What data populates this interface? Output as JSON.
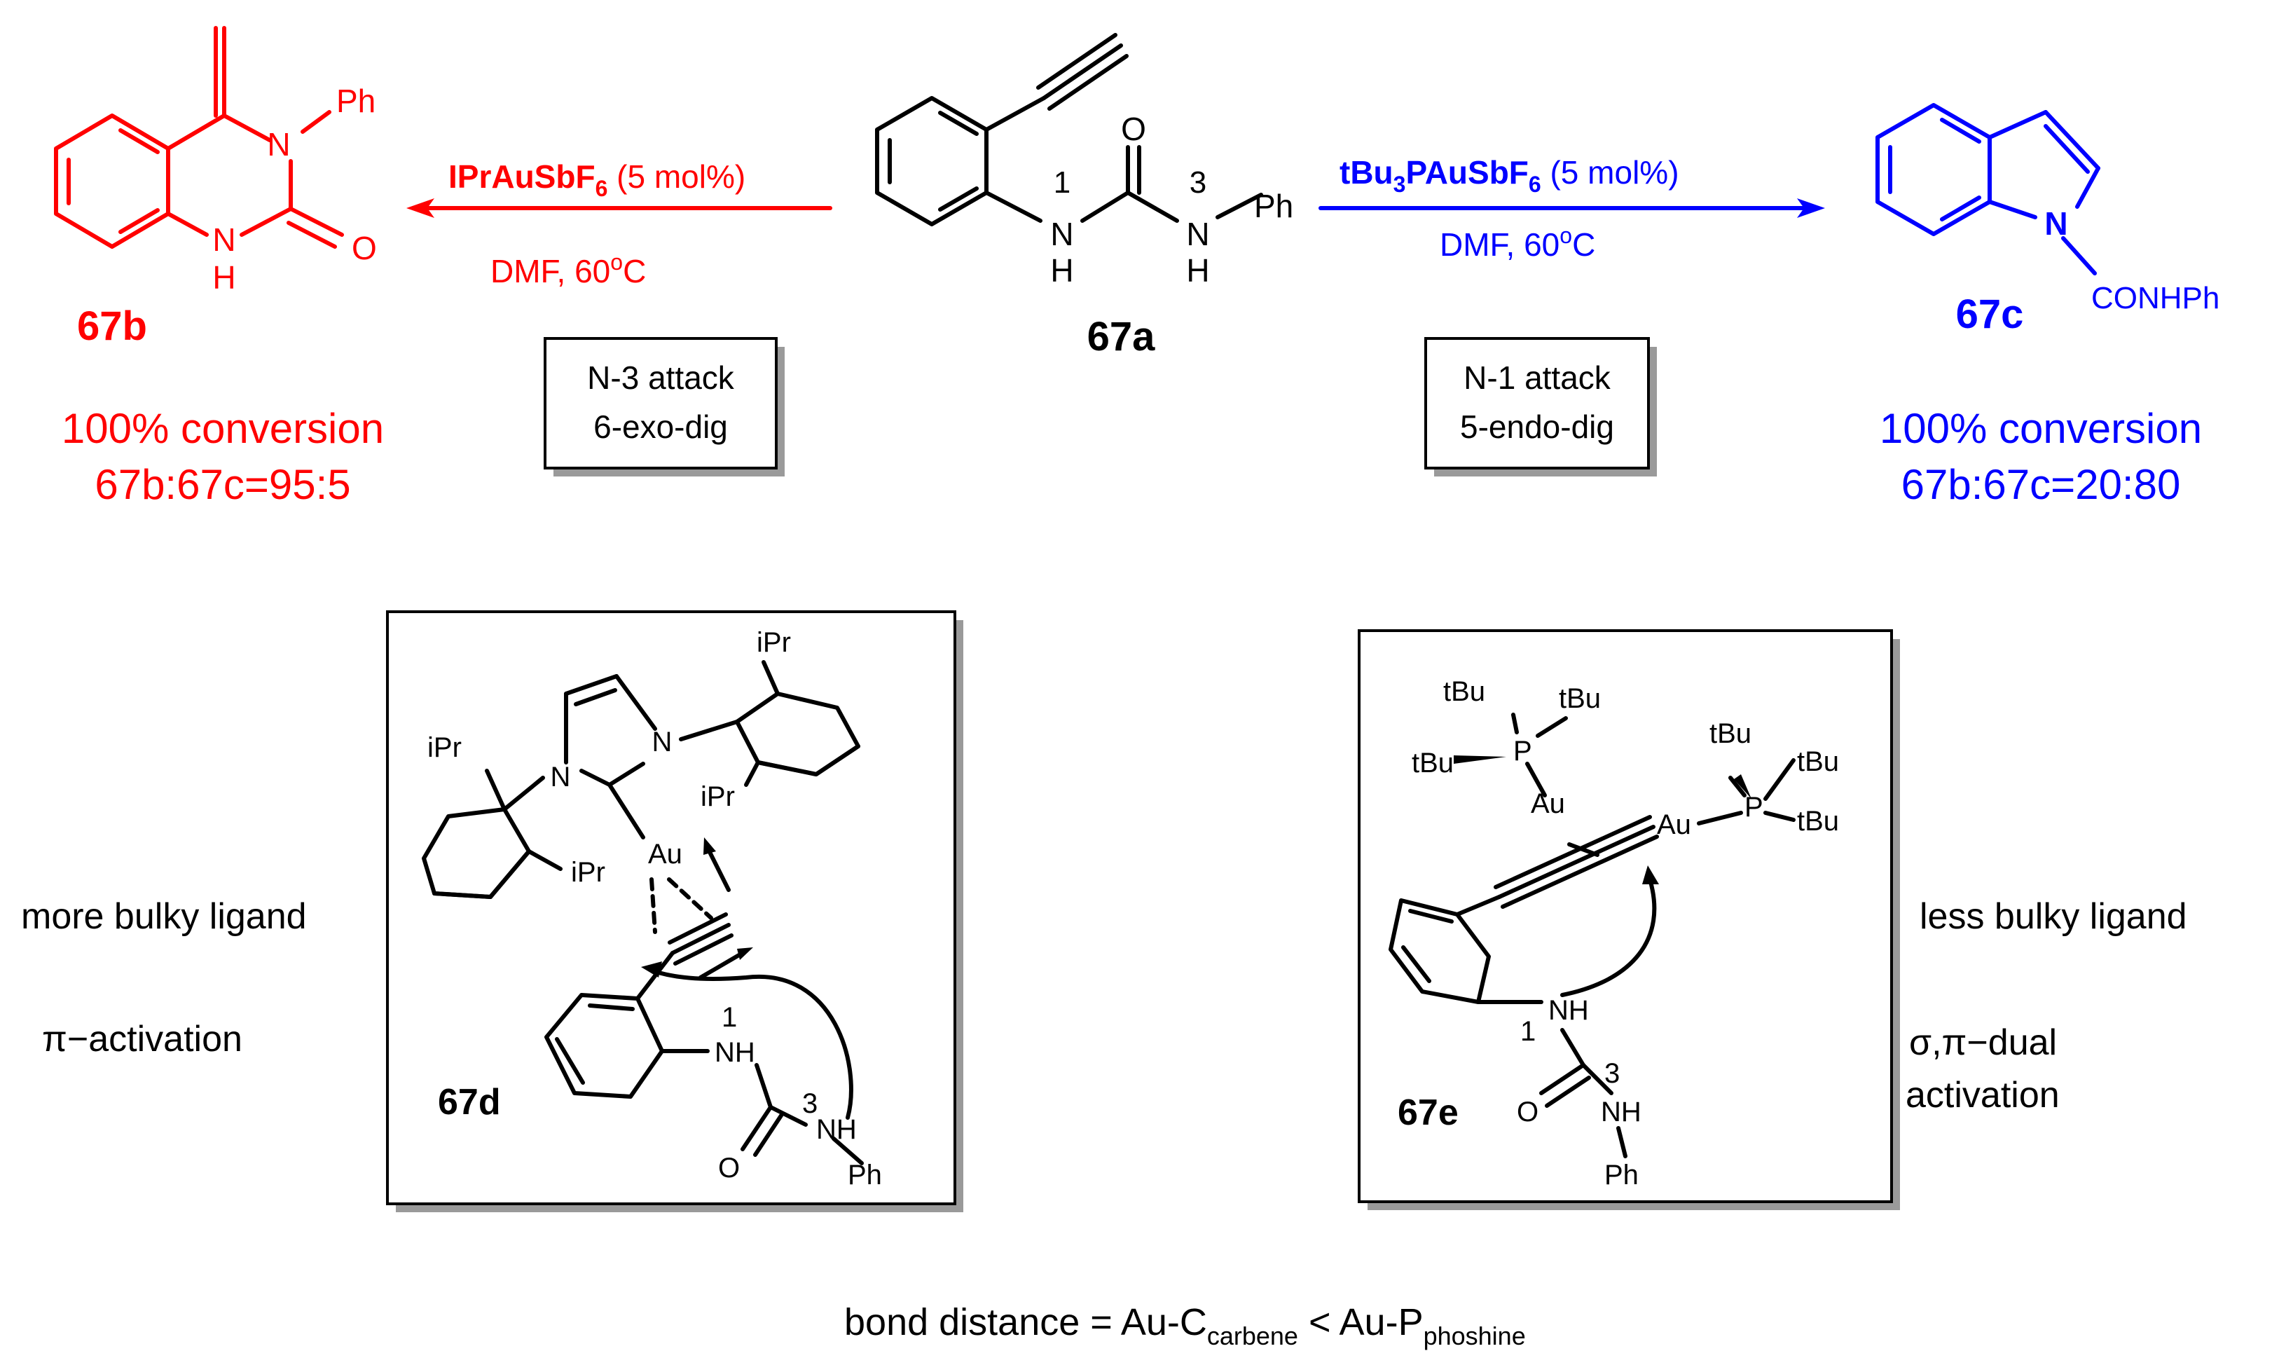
{
  "compounds": {
    "c67a": "67a",
    "c67b": "67b",
    "c67c": "67c",
    "c67d": "67d",
    "c67e": "67e"
  },
  "atoms": {
    "N": "N",
    "H": "H",
    "NH": "NH",
    "O": "O",
    "Ph": "Ph",
    "Au": "Au",
    "P": "P",
    "tBu": "tBu",
    "iPr": "iPr",
    "CONHPh": "CONHPh",
    "pos1": "1",
    "pos3": "3"
  },
  "left_reaction": {
    "catalyst": "IPrAuSbF",
    "catalyst_sub": "6",
    "loading": " (5 mol%)",
    "conditions_a": "DMF,  60",
    "conditions_sup": "o",
    "conditions_b": "C",
    "mode_line1": "N-3 attack",
    "mode_line2": "6-exo-dig",
    "result_line1": "100% conversion",
    "result_line2": "67b:67c=95:5",
    "color": "#ff0000"
  },
  "right_reaction": {
    "catalyst_a": "tBu",
    "catalyst_sub1": "3",
    "catalyst_b": "PAuSbF",
    "catalyst_sub2": "6",
    "loading": " (5 mol%)",
    "conditions_a": "DMF,  60",
    "conditions_sup": "o",
    "conditions_b": "C",
    "mode_line1": "N-1 attack",
    "mode_line2": "5-endo-dig",
    "result_line1": "100% conversion",
    "result_line2": "67b:67c=20:80",
    "color": "#0000ff"
  },
  "side_notes": {
    "left_ligand": "more bulky ligand",
    "left_activation": "π−activation",
    "right_ligand": "less bulky ligand",
    "right_activation_1": "σ,π−dual",
    "right_activation_2": "activation"
  },
  "footer": {
    "prefix": "bond distance = Au-C",
    "sub1": "carbene",
    "middle": " < Au-P",
    "sub2": "phoshine"
  }
}
